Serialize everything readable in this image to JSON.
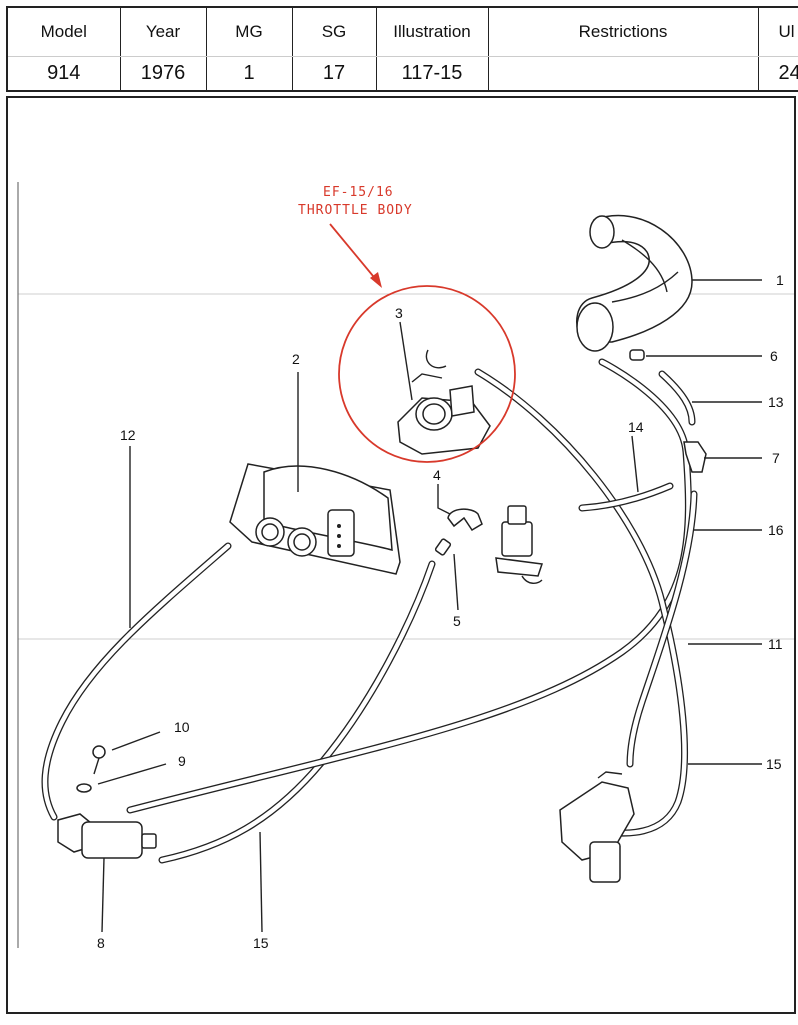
{
  "header": {
    "columns": [
      "Model",
      "Year",
      "MG",
      "SG",
      "Illustration",
      "Restrictions",
      "Ul"
    ],
    "values": [
      "914",
      "1976",
      "1",
      "17",
      "117-15",
      "",
      "24"
    ]
  },
  "annotation": {
    "line1": "EF-15/16",
    "line2": "THROTTLE BODY",
    "color": "#d8392b"
  },
  "callouts": [
    "1",
    "2",
    "3",
    "4",
    "5",
    "6",
    "7",
    "8",
    "9",
    "10",
    "11",
    "12",
    "13",
    "14",
    "15",
    "15",
    "16"
  ]
}
